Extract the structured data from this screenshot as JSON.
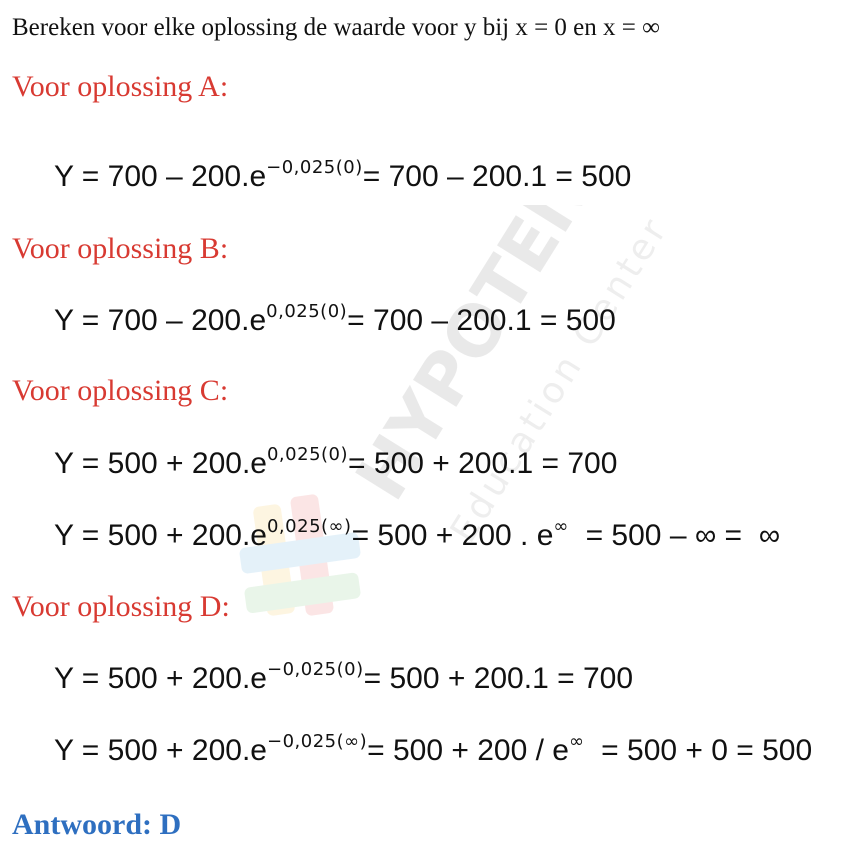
{
  "intro": "Bereken voor elke oplossing de waarde voor y bij x = 0 en x = ∞",
  "sections": [
    {
      "heading": "Voor oplossing A:",
      "equations": [
        {
          "before": "Y = 700 – 200.e",
          "exponent": "−0,025(0)",
          "after": "= 700 – 200.1 = 500"
        }
      ]
    },
    {
      "heading": "Voor oplossing B:",
      "equations": [
        {
          "before": "Y = 700 – 200.e",
          "exponent": "0,025(0)",
          "after": "= 700 – 200.1 = 500"
        }
      ]
    },
    {
      "heading": "Voor oplossing C:",
      "equations": [
        {
          "before": "Y = 500 + 200.e",
          "exponent": "0,025(0)",
          "after": "= 500 + 200.1 = 700"
        },
        {
          "before": "Y = 500 + 200.e",
          "exponent": "0,025(∞)",
          "after": "= 500 + 200 . e",
          "exponent2": "∞",
          "after2": "  = 500 – ∞ =  ∞"
        }
      ]
    },
    {
      "heading": "Voor oplossing D:",
      "equations": [
        {
          "before": "Y = 500 + 200.e",
          "exponent": "−0,025(0)",
          "after": "= 500 + 200.1 = 700"
        },
        {
          "before": "Y = 500 + 200.e",
          "exponent": "−0,025(∞)",
          "after": "= 500 + 200 / e",
          "exponent2": "∞",
          "after2": "  = 500 + 0 = 500"
        }
      ]
    }
  ],
  "answer": "Antwoord: D",
  "watermark": {
    "brand": "HYPOTENUSE",
    "sub": "Education Center"
  },
  "colors": {
    "heading": "#d83a32",
    "answer": "#2e6fc0",
    "text": "#111111"
  }
}
